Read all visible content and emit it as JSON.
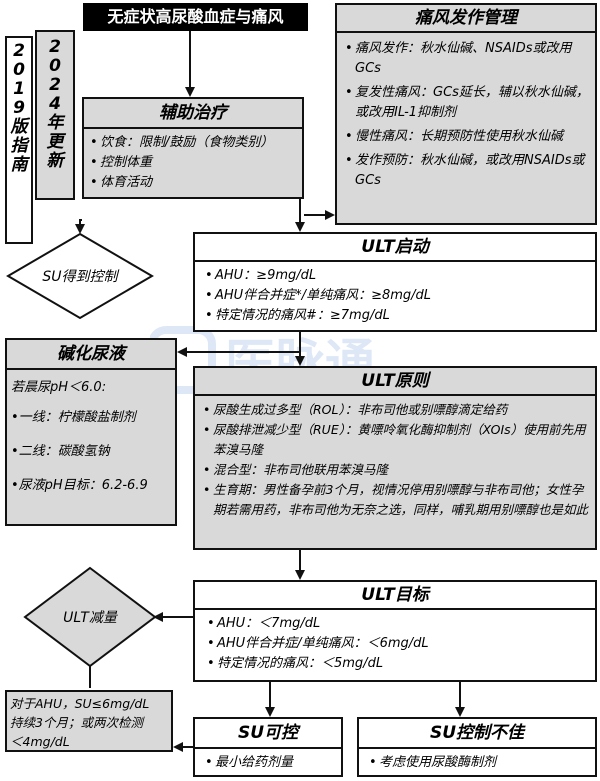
{
  "title": "无症状高尿酸血症与痛风",
  "side_2019": [
    "2",
    "0",
    "1",
    "9",
    "版",
    "指",
    "南"
  ],
  "side_2024": [
    "2",
    "0",
    "2",
    "4",
    "年",
    "更",
    "新"
  ],
  "aux": {
    "header": "辅助治疗",
    "items": [
      "饮食：限制/鼓励（食物类别）",
      "控制体重",
      "体育活动"
    ]
  },
  "gout": {
    "header": "痛风发作管理",
    "items": [
      "痛风发作：秋水仙碱、NSAIDs或改用GCs",
      "复发性痛风：GCs延长，辅以秋水仙碱，或改用IL-1抑制剂",
      "慢性痛风：长期预防性使用秋水仙碱",
      "发作预防：秋水仙碱，或改用NSAIDs或GCs"
    ]
  },
  "su_ok": "SU得到控制",
  "ult_start": {
    "header": "ULT启动",
    "items": [
      "AHU：≥9mg/dL",
      "AHU伴合并症*/单纯痛风：≥8mg/dL",
      "特定情况的痛风#：≥7mg/dL"
    ]
  },
  "alkali": {
    "header": "碱化尿液",
    "items": [
      "若晨尿pH＜6.0:",
      "•一线：柠檬酸盐制剂",
      "•二线：碳酸氢钠",
      "•尿液pH目标：6.2-6.9"
    ]
  },
  "ult_principle": {
    "header": "ULT原则",
    "items": [
      "尿酸生成过多型（ROL）：非布司他或别嘌醇滴定给药",
      "尿酸排泄减少型（RUE）：黄嘌呤氧化酶抑制剂（XOIs）使用前先用苯溴马隆",
      "混合型：非布司他联用苯溴马隆",
      "生育期：男性备孕前3个月，视情况停用别嘌醇与非布司他；女性孕期若需用药，非布司他为无奈之选，同样，哺乳期用别嘌醇也是如此"
    ]
  },
  "ult_reduce": "ULT减量",
  "ult_target": {
    "header": "ULT目标",
    "items": [
      "AHU：＜7mg/dL",
      "AHU伴合并症/单纯痛风：＜6mg/dL",
      "特定情况的痛风：＜5mg/dL"
    ]
  },
  "reduce_cond": [
    "对于AHU，SU≤6mg/dL",
    "持续3个月；或两次检测",
    "＜4mg/dL"
  ],
  "su_ctrl": {
    "header": "SU可控",
    "item": "最小给药剂量"
  },
  "su_bad": {
    "header": "SU控制不佳",
    "item": "考虑使用尿酸酶制剂"
  },
  "watermark": "医脉通"
}
